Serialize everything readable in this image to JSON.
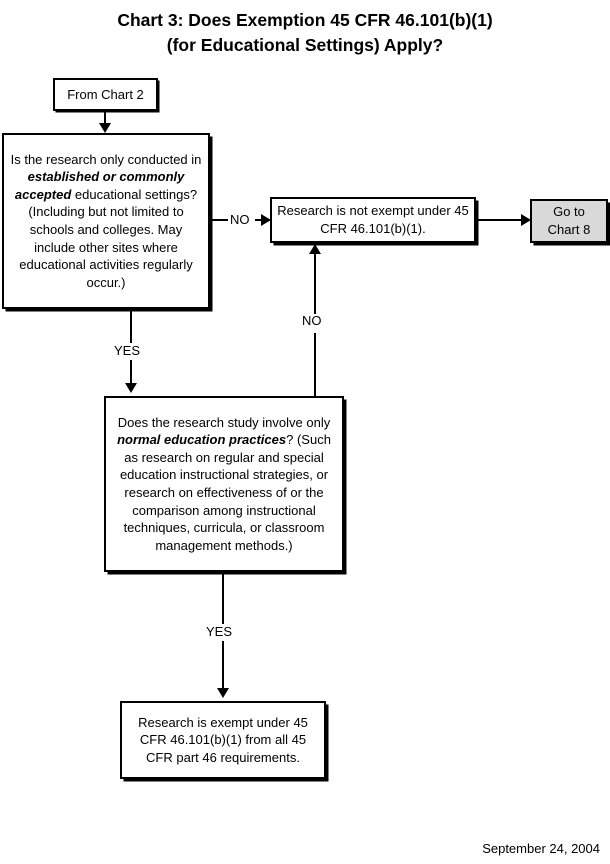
{
  "title": {
    "line1": "Chart 3:  Does Exemption 45 CFR 46.101(b)(1)",
    "line2": "(for Educational Settings) Apply?"
  },
  "nodes": {
    "from_chart_2": {
      "label": "From Chart 2"
    },
    "question_settings": {
      "text_1": "Is the research only conducted in ",
      "emphasis_1": "established or commonly accepted",
      "text_2": " educational settings? (Including but not limited to schools and colleges.   May include other sites where educational activities regularly occur.)"
    },
    "not_exempt": {
      "label": "Research is not exempt under 45 CFR 46.101(b)(1)."
    },
    "go_to_chart_8": {
      "label": "Go to Chart 8",
      "fill": "#d9d9d9"
    },
    "question_practices": {
      "text_1": "Does the research study involve only ",
      "emphasis_1": "normal education practices",
      "text_2": "?  (Such as research on regular and special education instructional strategies, or research on effectiveness of or the comparison among instructional techniques, curricula, or classroom management methods.)"
    },
    "exempt": {
      "label": "Research is exempt under 45 CFR 46.101(b)(1) from all 45 CFR part 46 requirements."
    }
  },
  "edges": {
    "settings_no": "NO",
    "settings_yes": "YES",
    "practices_no": "NO",
    "practices_yes": "YES"
  },
  "footer": {
    "date": "September 24, 2004"
  },
  "chart_data": {
    "type": "diagram",
    "title": "Chart 3:  Does Exemption 45 CFR 46.101(b)(1) (for Educational Settings) Apply?",
    "nodes": [
      {
        "id": "from_chart_2",
        "shape": "rect",
        "text": "From Chart 2"
      },
      {
        "id": "question_settings",
        "shape": "rect",
        "text": "Is the research only conducted in established or commonly accepted educational settings? (Including but not limited to schools and colleges.   May include other sites where educational activities regularly occur.)"
      },
      {
        "id": "not_exempt",
        "shape": "rect",
        "text": "Research is not exempt under 45 CFR 46.101(b)(1)."
      },
      {
        "id": "go_to_chart_8",
        "shape": "rect",
        "text": "Go to Chart 8",
        "fill": "#d9d9d9"
      },
      {
        "id": "question_practices",
        "shape": "rect",
        "text": "Does the research study involve only normal education practices?  (Such as research on regular and special education instructional strategies, or research on effectiveness of or the comparison among instructional techniques, curricula, or classroom management methods.)"
      },
      {
        "id": "exempt",
        "shape": "rect",
        "text": "Research is exempt under 45 CFR 46.101(b)(1) from all 45 CFR part 46 requirements."
      }
    ],
    "edges": [
      {
        "from": "from_chart_2",
        "to": "question_settings",
        "label": ""
      },
      {
        "from": "question_settings",
        "to": "not_exempt",
        "label": "NO"
      },
      {
        "from": "not_exempt",
        "to": "go_to_chart_8",
        "label": ""
      },
      {
        "from": "question_settings",
        "to": "question_practices",
        "label": "YES"
      },
      {
        "from": "question_practices",
        "to": "not_exempt",
        "label": "NO"
      },
      {
        "from": "question_practices",
        "to": "exempt",
        "label": "YES"
      }
    ]
  }
}
